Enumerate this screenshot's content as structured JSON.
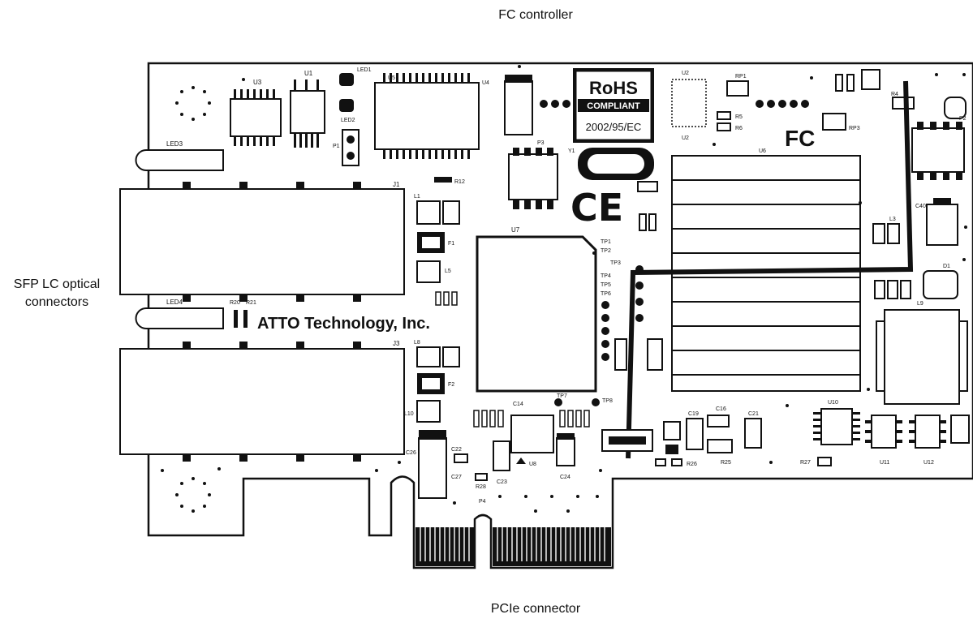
{
  "callouts": {
    "top": "FC controller",
    "bottom": "PCIe connector",
    "left_line1": "SFP LC optical",
    "left_line2": "connectors"
  },
  "board": {
    "brand_text": "ATTO Technology, Inc.",
    "rohs": {
      "line1": "RoHS",
      "line2": "COMPLIANT",
      "line3": "2002/95/EC"
    },
    "ce_mark": "CE",
    "fc_mark": "FC",
    "designators": {
      "u1": "U1",
      "u3": "U3",
      "u4": "U4",
      "u5": "U5",
      "u6": "U6",
      "u7": "U7",
      "u8": "U8",
      "u10": "U10",
      "u11": "U11",
      "u12": "U12",
      "u2": "U2",
      "j1": "J1",
      "j3": "J3",
      "p1": "P1",
      "p2": "P2",
      "p3": "P3",
      "p4": "P4",
      "led1": "LED1",
      "led2": "LED2",
      "led3": "LED3",
      "led4": "LED4",
      "l1": "L1",
      "l3": "L3",
      "l5": "L5",
      "l8": "L8",
      "l9": "L9",
      "l10": "L10",
      "f1": "F1",
      "f2": "F2",
      "d1": "D1",
      "y1": "Y1",
      "r5": "R5",
      "r6": "R6",
      "r12": "R12",
      "r20": "R20",
      "r21": "R21",
      "r27": "R27",
      "r28": "R28",
      "r25": "R25",
      "r26": "R26",
      "r4": "R4",
      "rp1": "RP1",
      "rp3": "RP3",
      "c14": "C14",
      "c16": "C16",
      "c19": "C19",
      "c21": "C21",
      "c22": "C22",
      "c23": "C23",
      "c24": "C24",
      "c26": "C26",
      "c27": "C27",
      "c40": "C40",
      "tp1": "TP1",
      "tp2": "TP2",
      "tp3": "TP3",
      "tp4": "TP4",
      "tp5": "TP5",
      "tp6": "TP6",
      "tp7": "TP7",
      "tp8": "TP8"
    }
  },
  "colors": {
    "ink": "#111111",
    "board": "#ffffff"
  }
}
